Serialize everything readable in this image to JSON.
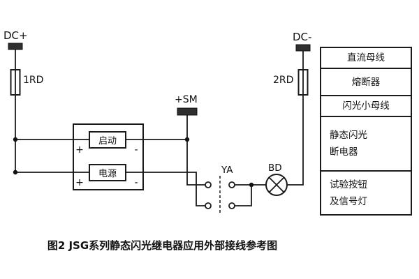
{
  "diagram": {
    "dc_plus": "DC+",
    "dc_minus": "DC-",
    "fuse_left": "1RD",
    "fuse_right": "2RD",
    "flash_bus": "+SM",
    "test_button": "YA",
    "lamp": "BD",
    "relay_start": "启动",
    "relay_power": "电源",
    "plus": "+",
    "minus": "-"
  },
  "legend": {
    "rows": [
      {
        "lines": [
          "直流母线"
        ]
      },
      {
        "lines": [
          "熔断器"
        ]
      },
      {
        "lines": [
          "闪光小母线"
        ]
      },
      {
        "lines": [
          "静态闪光",
          "断电器"
        ]
      },
      {
        "lines": [
          "试验按钮",
          "及信号灯"
        ]
      }
    ]
  },
  "caption": "图2  JSG系列静态闪光继电器应用外部接线参考图"
}
